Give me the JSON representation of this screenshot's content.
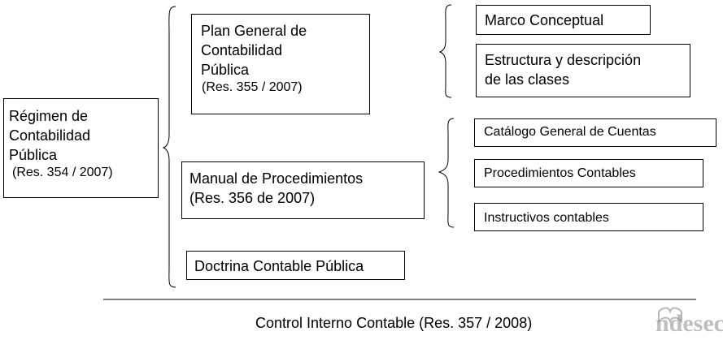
{
  "regimen": {
    "lines": [
      "Régimen de",
      "Contabilidad",
      "Pública"
    ],
    "ref": "(Res. 354 / 2007)"
  },
  "plan_general": {
    "lines": [
      "Plan General de",
      "Contabilidad",
      "Pública"
    ],
    "ref": "(Res. 355 / 2007)"
  },
  "marco_conceptual": "Marco Conceptual",
  "estructura": {
    "lines": [
      "Estructura y descripción",
      "de las clases"
    ]
  },
  "manual": {
    "lines": [
      "Manual de Procedimientos",
      "(Res. 356 de 2007)"
    ]
  },
  "catalogo": "Catálogo General de Cuentas",
  "procedimientos": "Procedimientos Contables",
  "instructivos": "Instructivos contables",
  "doctrina": "Doctrina Contable Pública",
  "footer": "Control Interno Contable (Res. 357 / 2008)",
  "watermark": "ndesec"
}
